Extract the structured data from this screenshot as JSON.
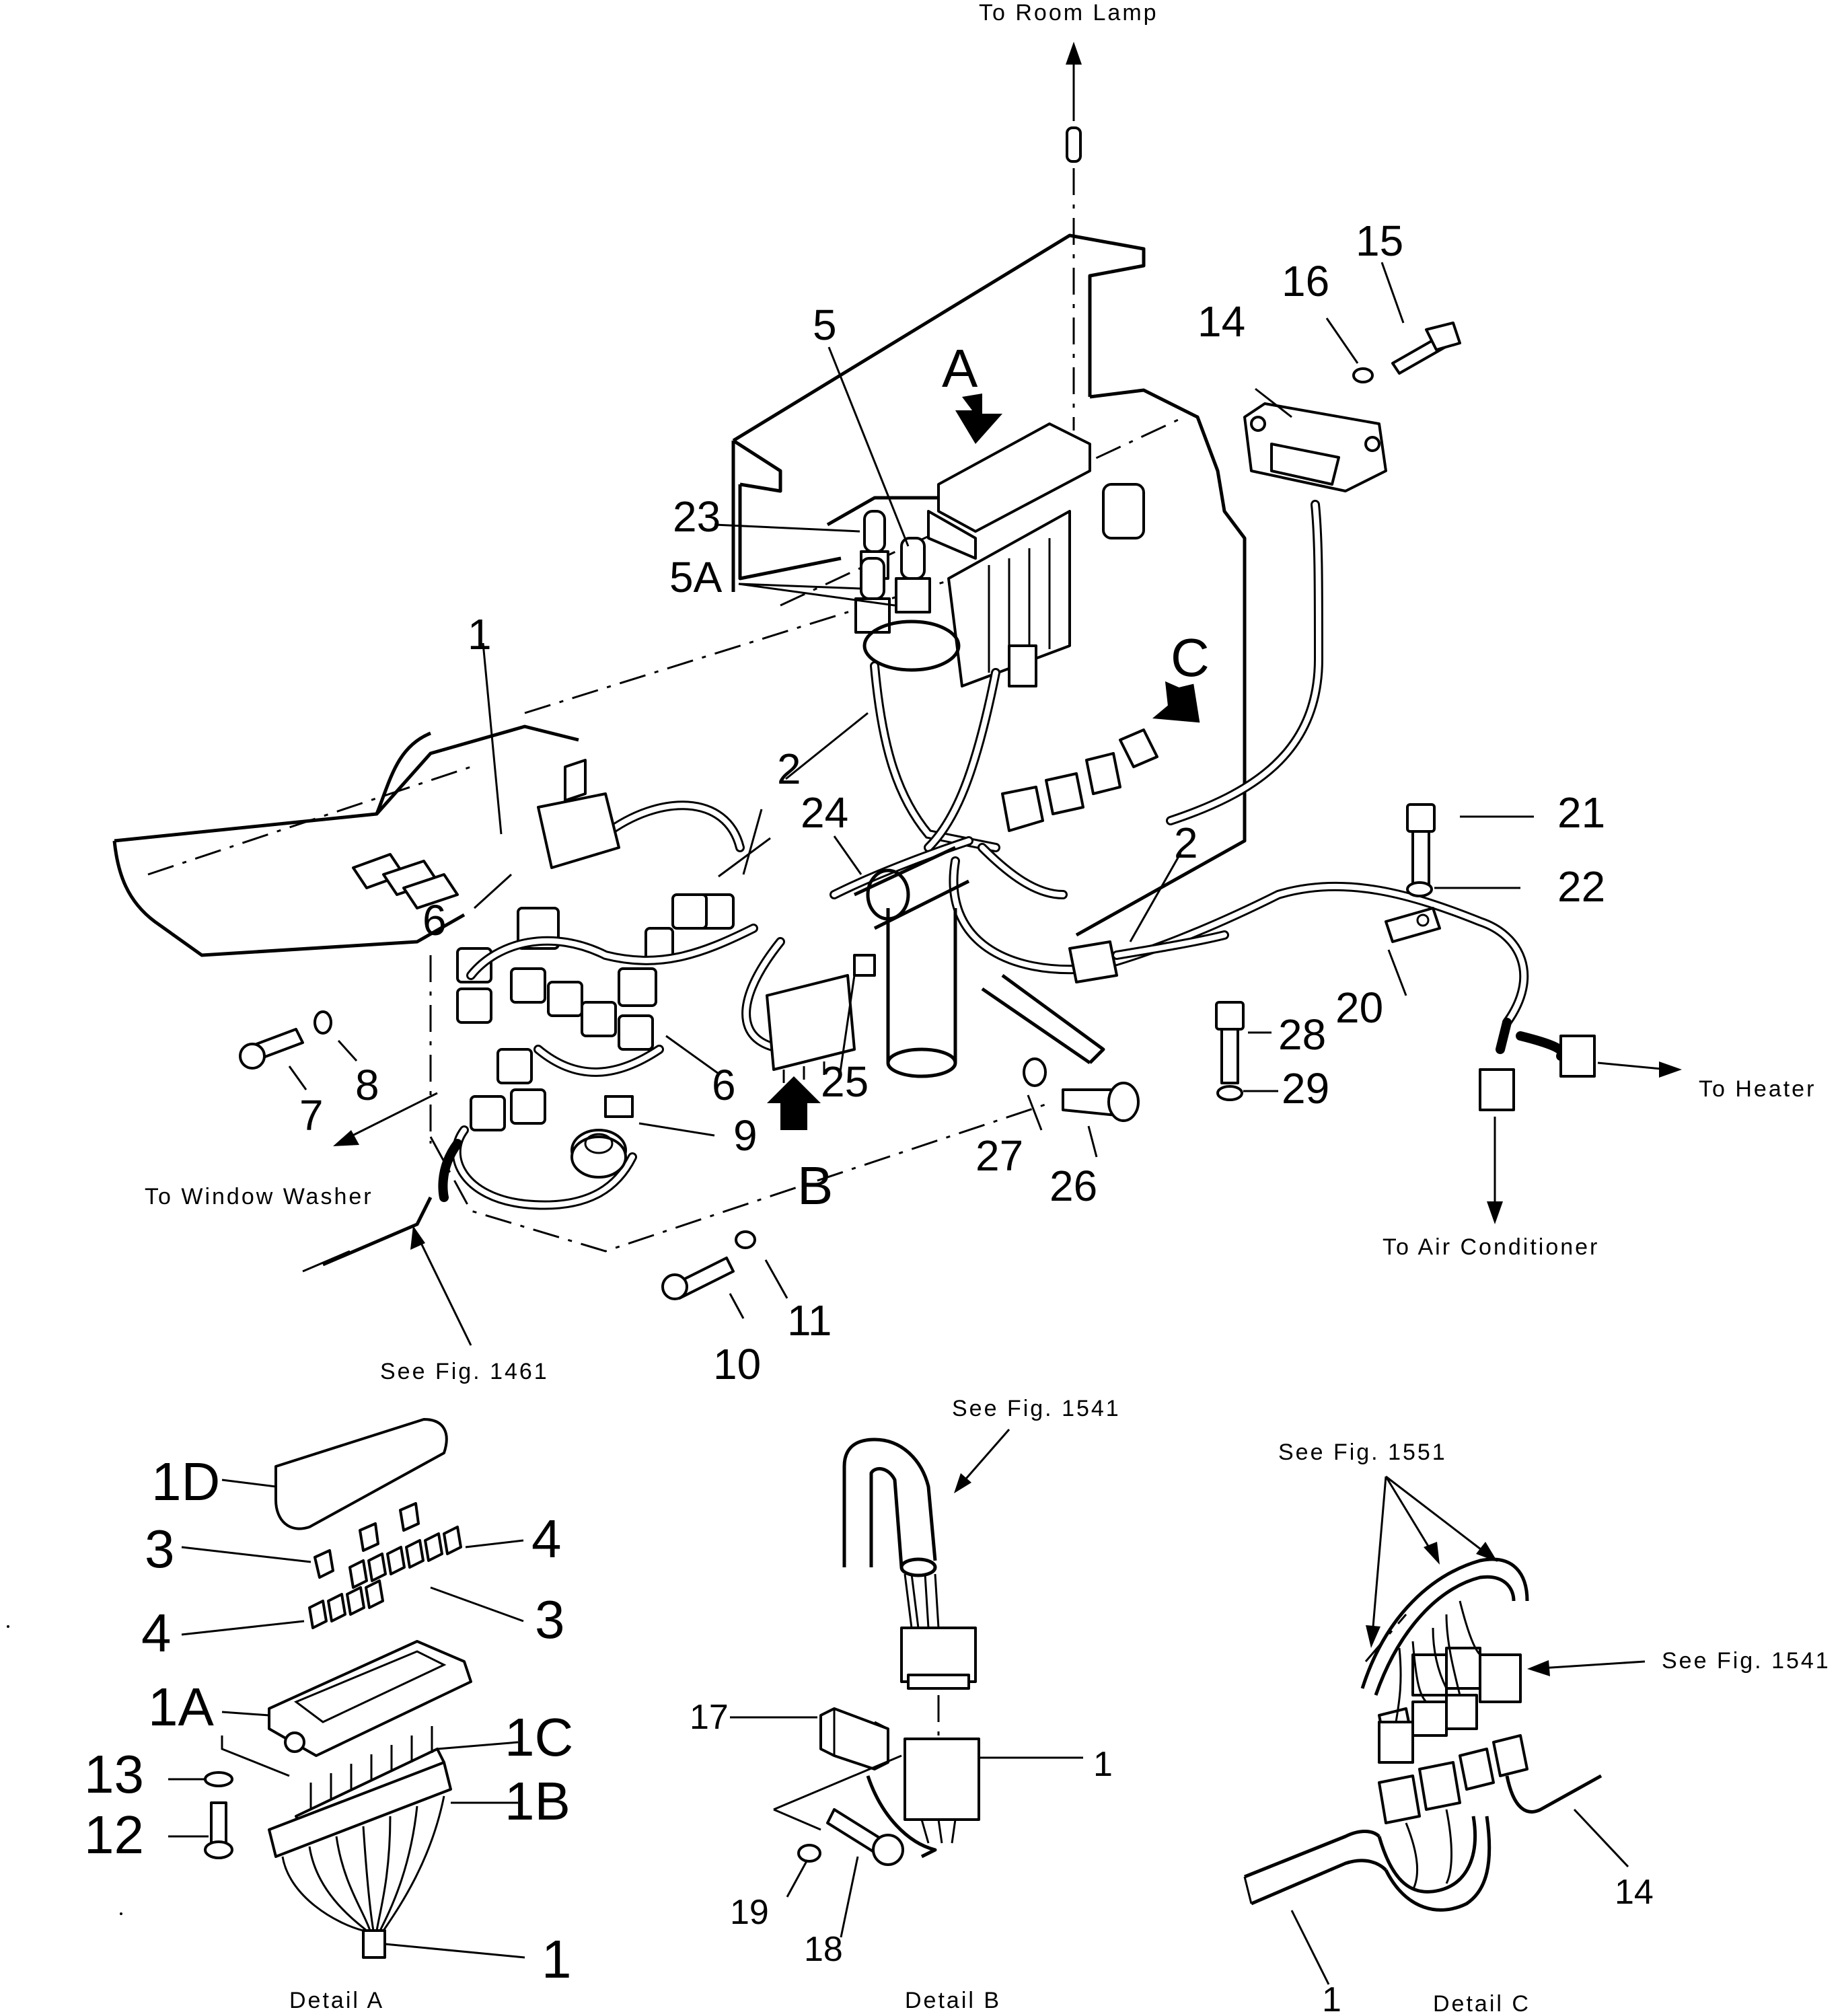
{
  "callouts": {
    "to_room_lamp": "To  Room  Lamp",
    "to_heater": "To  Heater",
    "to_air_conditioner": "To  Air  Conditioner",
    "to_window_washer": "To  Window  Washer",
    "see_fig_1461": "See  Fig.  1461",
    "see_fig_1541_b": "See  Fig.  1541",
    "see_fig_1551": "See  Fig.  1551",
    "see_fig_1541_c": "See  Fig.  1541"
  },
  "view_letters": {
    "a": "A",
    "b": "B",
    "c": "C"
  },
  "main_parts": {
    "p1": "1",
    "p2a": "2",
    "p2b": "2",
    "p5": "5",
    "p5a": "5A",
    "p6a": "6",
    "p6b": "6",
    "p7": "7",
    "p8": "8",
    "p9": "9",
    "p10": "10",
    "p11": "11",
    "p14": "14",
    "p15": "15",
    "p16": "16",
    "p20": "20",
    "p21": "21",
    "p22": "22",
    "p23": "23",
    "p24": "24",
    "p25": "25",
    "p26": "26",
    "p27": "27",
    "p28": "28",
    "p29": "29"
  },
  "detail_a": {
    "caption": "Detail  A",
    "p1d": "1D",
    "p3a": "3",
    "p4a": "4",
    "p3b": "3",
    "p4b": "4",
    "p1a": "1A",
    "p1c": "1C",
    "p1b": "1B",
    "p13": "13",
    "p12": "12",
    "p1": "1"
  },
  "detail_b": {
    "caption": "Detail  B",
    "p17": "17",
    "p1": "1",
    "p19": "19",
    "p18": "18"
  },
  "detail_c": {
    "caption": "Detail  C",
    "p14": "14",
    "p1": "1"
  }
}
